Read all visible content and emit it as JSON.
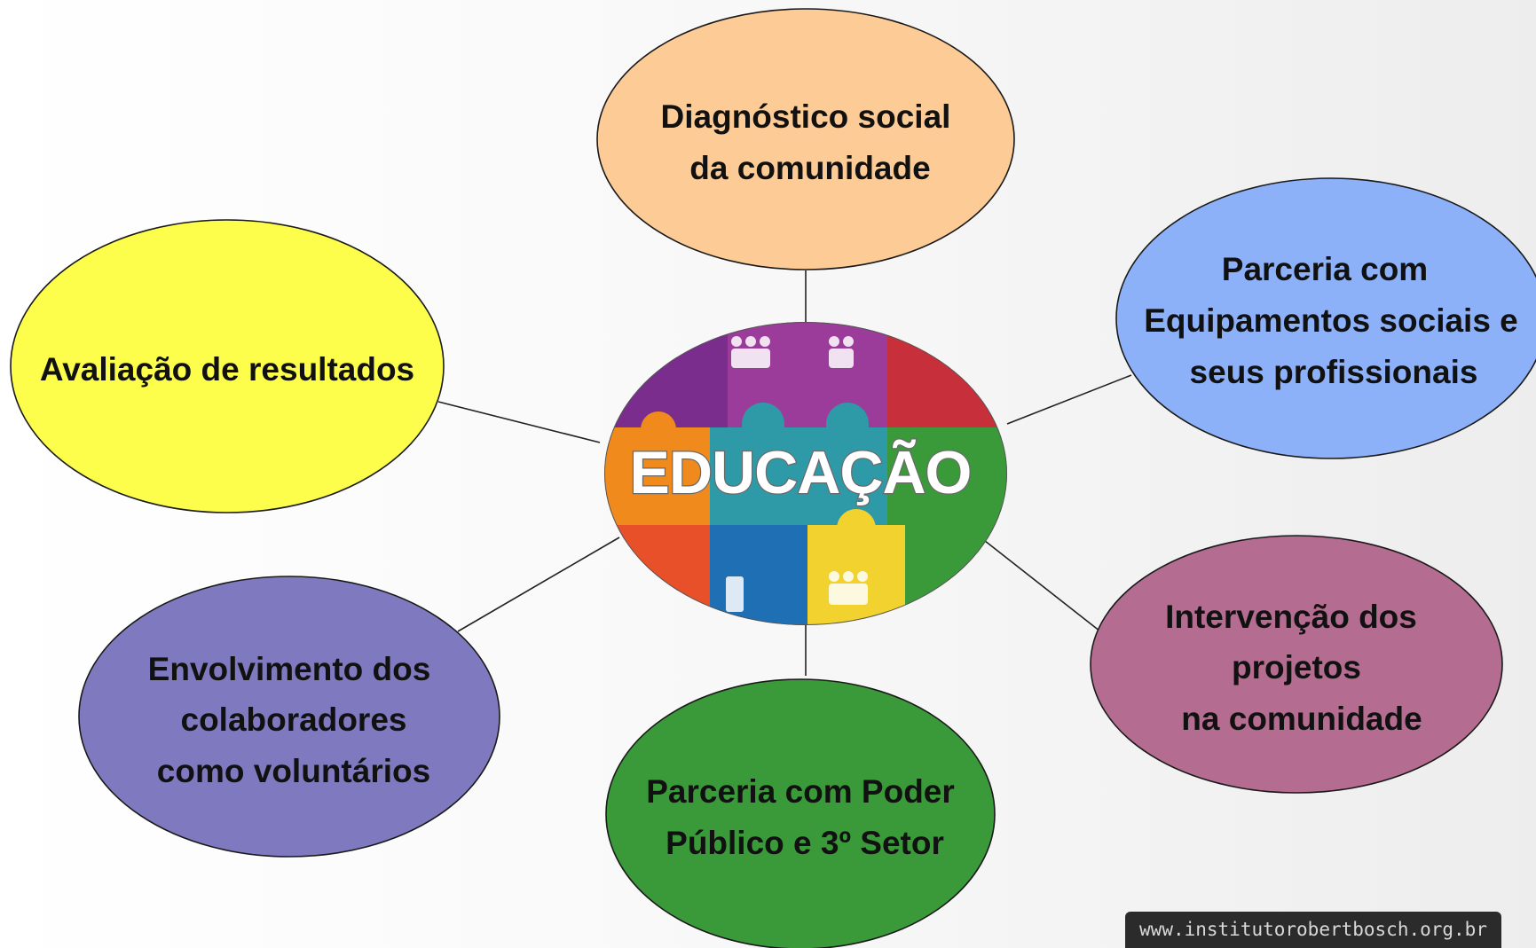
{
  "center": {
    "label": "EDUCAÇÃO"
  },
  "nodes": [
    {
      "lines": [
        "Diagnóstico social",
        "da comunidade"
      ],
      "color": "#FDCB96"
    },
    {
      "lines": [
        "Parceria com",
        "Equipamentos sociais e",
        "seus profissionais"
      ],
      "color": "#8DB1F8"
    },
    {
      "lines": [
        "Intervenção dos",
        "projetos",
        "na comunidade"
      ],
      "color": "#B46C90"
    },
    {
      "lines": [
        "Parceria com Poder",
        "Público e 3º Setor"
      ],
      "color": "#3A9A3A"
    },
    {
      "lines": [
        "Envolvimento dos",
        "colaboradores",
        "como voluntários"
      ],
      "color": "#7F7ABF"
    },
    {
      "lines": [
        "Avaliação de resultados"
      ],
      "color": "#FDFD4C"
    }
  ],
  "puzzle_colors": [
    "#7B2D8E",
    "#9B3C9B",
    "#3A9A3A",
    "#2E9AA8",
    "#F08A1C",
    "#1F6FB5",
    "#F2D22E",
    "#E8502A",
    "#C7303B"
  ],
  "watermark": "www.institutorobertbosch.org.br"
}
